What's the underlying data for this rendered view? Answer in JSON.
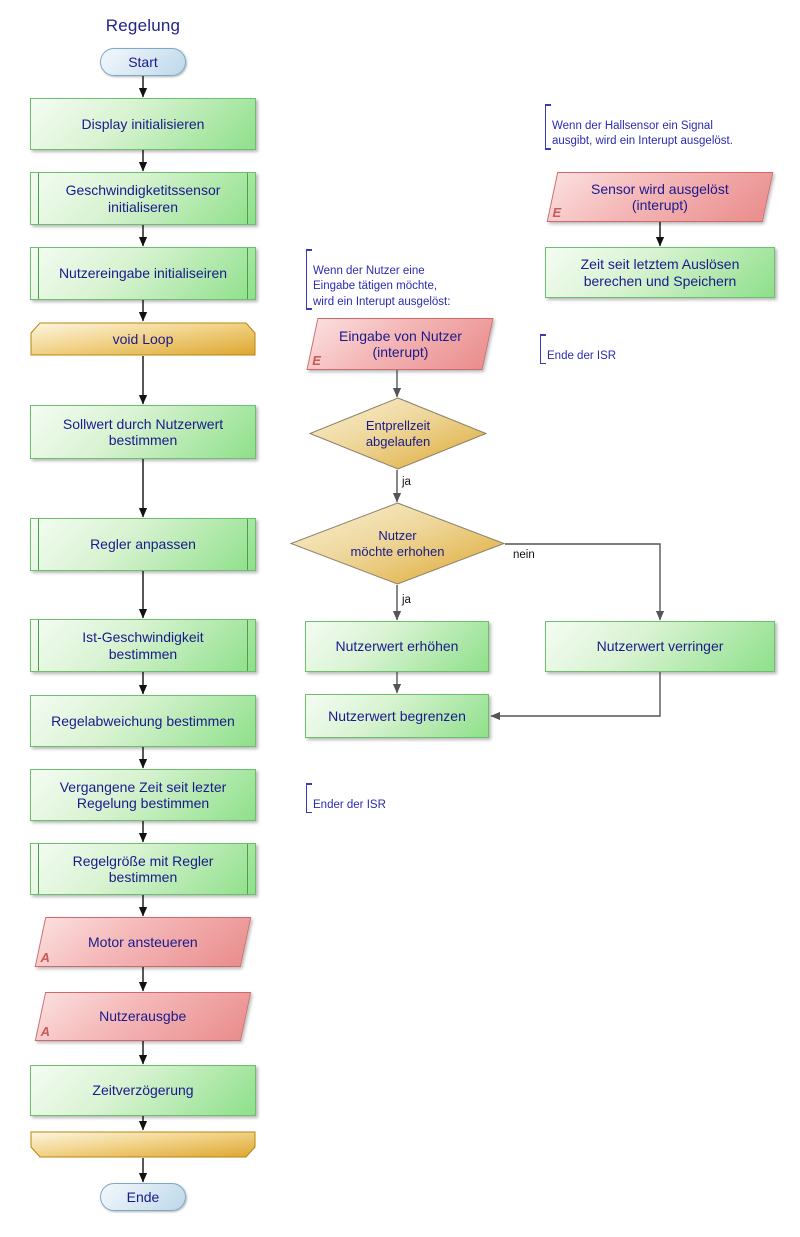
{
  "title": "Regelung",
  "colors": {
    "process_fill": "#8ee08a",
    "process_border": "#6cbf6c",
    "io_fill": "#ea8d8d",
    "io_border": "#d06a6a",
    "decision_fill": "#dda72e",
    "terminator_fill": "#bcd8e9",
    "text": "#1a1a8c",
    "connector": "#000000"
  },
  "main_flow": {
    "start_label": "Start",
    "end_label": "Ende",
    "loop_start_label": "void Loop",
    "loop_end_label": "",
    "steps": [
      {
        "label": "Display initialisieren",
        "type": "process"
      },
      {
        "label": "Geschwindigketitssensor\ninitialiseren",
        "type": "subroutine"
      },
      {
        "label": "Nutzereingabe initialiseiren",
        "type": "subroutine"
      },
      {
        "label": "Sollwert durch Nutzerwert\nbestimmen",
        "type": "process"
      },
      {
        "label": "Regler anpassen",
        "type": "subroutine"
      },
      {
        "label": "Ist-Geschwindigkeit\nbestimmen",
        "type": "subroutine"
      },
      {
        "label": "Regelabweichung bestimmen",
        "type": "process"
      },
      {
        "label": "Vergangene Zeit seit lezter\nRegelung bestimmen",
        "type": "process"
      },
      {
        "label": "Regelgröße mit Regler\nbestimmen",
        "type": "subroutine"
      },
      {
        "label": "Motor ansteueren",
        "type": "io",
        "tag": "A"
      },
      {
        "label": "Nutzerausgbe",
        "type": "io",
        "tag": "A"
      },
      {
        "label": "Zeitverzögerung",
        "type": "process"
      }
    ]
  },
  "user_isr": {
    "note": "Wenn der Nutzer eine\nEingabe tätigen möchte,\nwird ein Interupt ausgelöst:",
    "trigger": {
      "label": "Eingabe von Nutzer\n(interupt)",
      "tag": "E"
    },
    "decision_1": {
      "label": "Entprellzeit\nabgelaufen",
      "yes": "ja"
    },
    "decision_2": {
      "label": "Nutzer\nmöchte erhohen",
      "yes": "ja",
      "no": "nein"
    },
    "increase": "Nutzerwert erhöhen",
    "decrease": "Nutzerwert verringer",
    "limit": "Nutzerwert begrenzen",
    "end_note": "Ender der ISR"
  },
  "sensor_isr": {
    "note": "Wenn der Hallsensor ein Signal\nausgibt, wird ein Interupt ausgelöst.",
    "trigger": {
      "label": "Sensor wird ausgelöst\n(interupt)",
      "tag": "E"
    },
    "action": "Zeit seit letztem Auslösen\nberechen und Speichern",
    "end_note": "Ende der ISR"
  }
}
